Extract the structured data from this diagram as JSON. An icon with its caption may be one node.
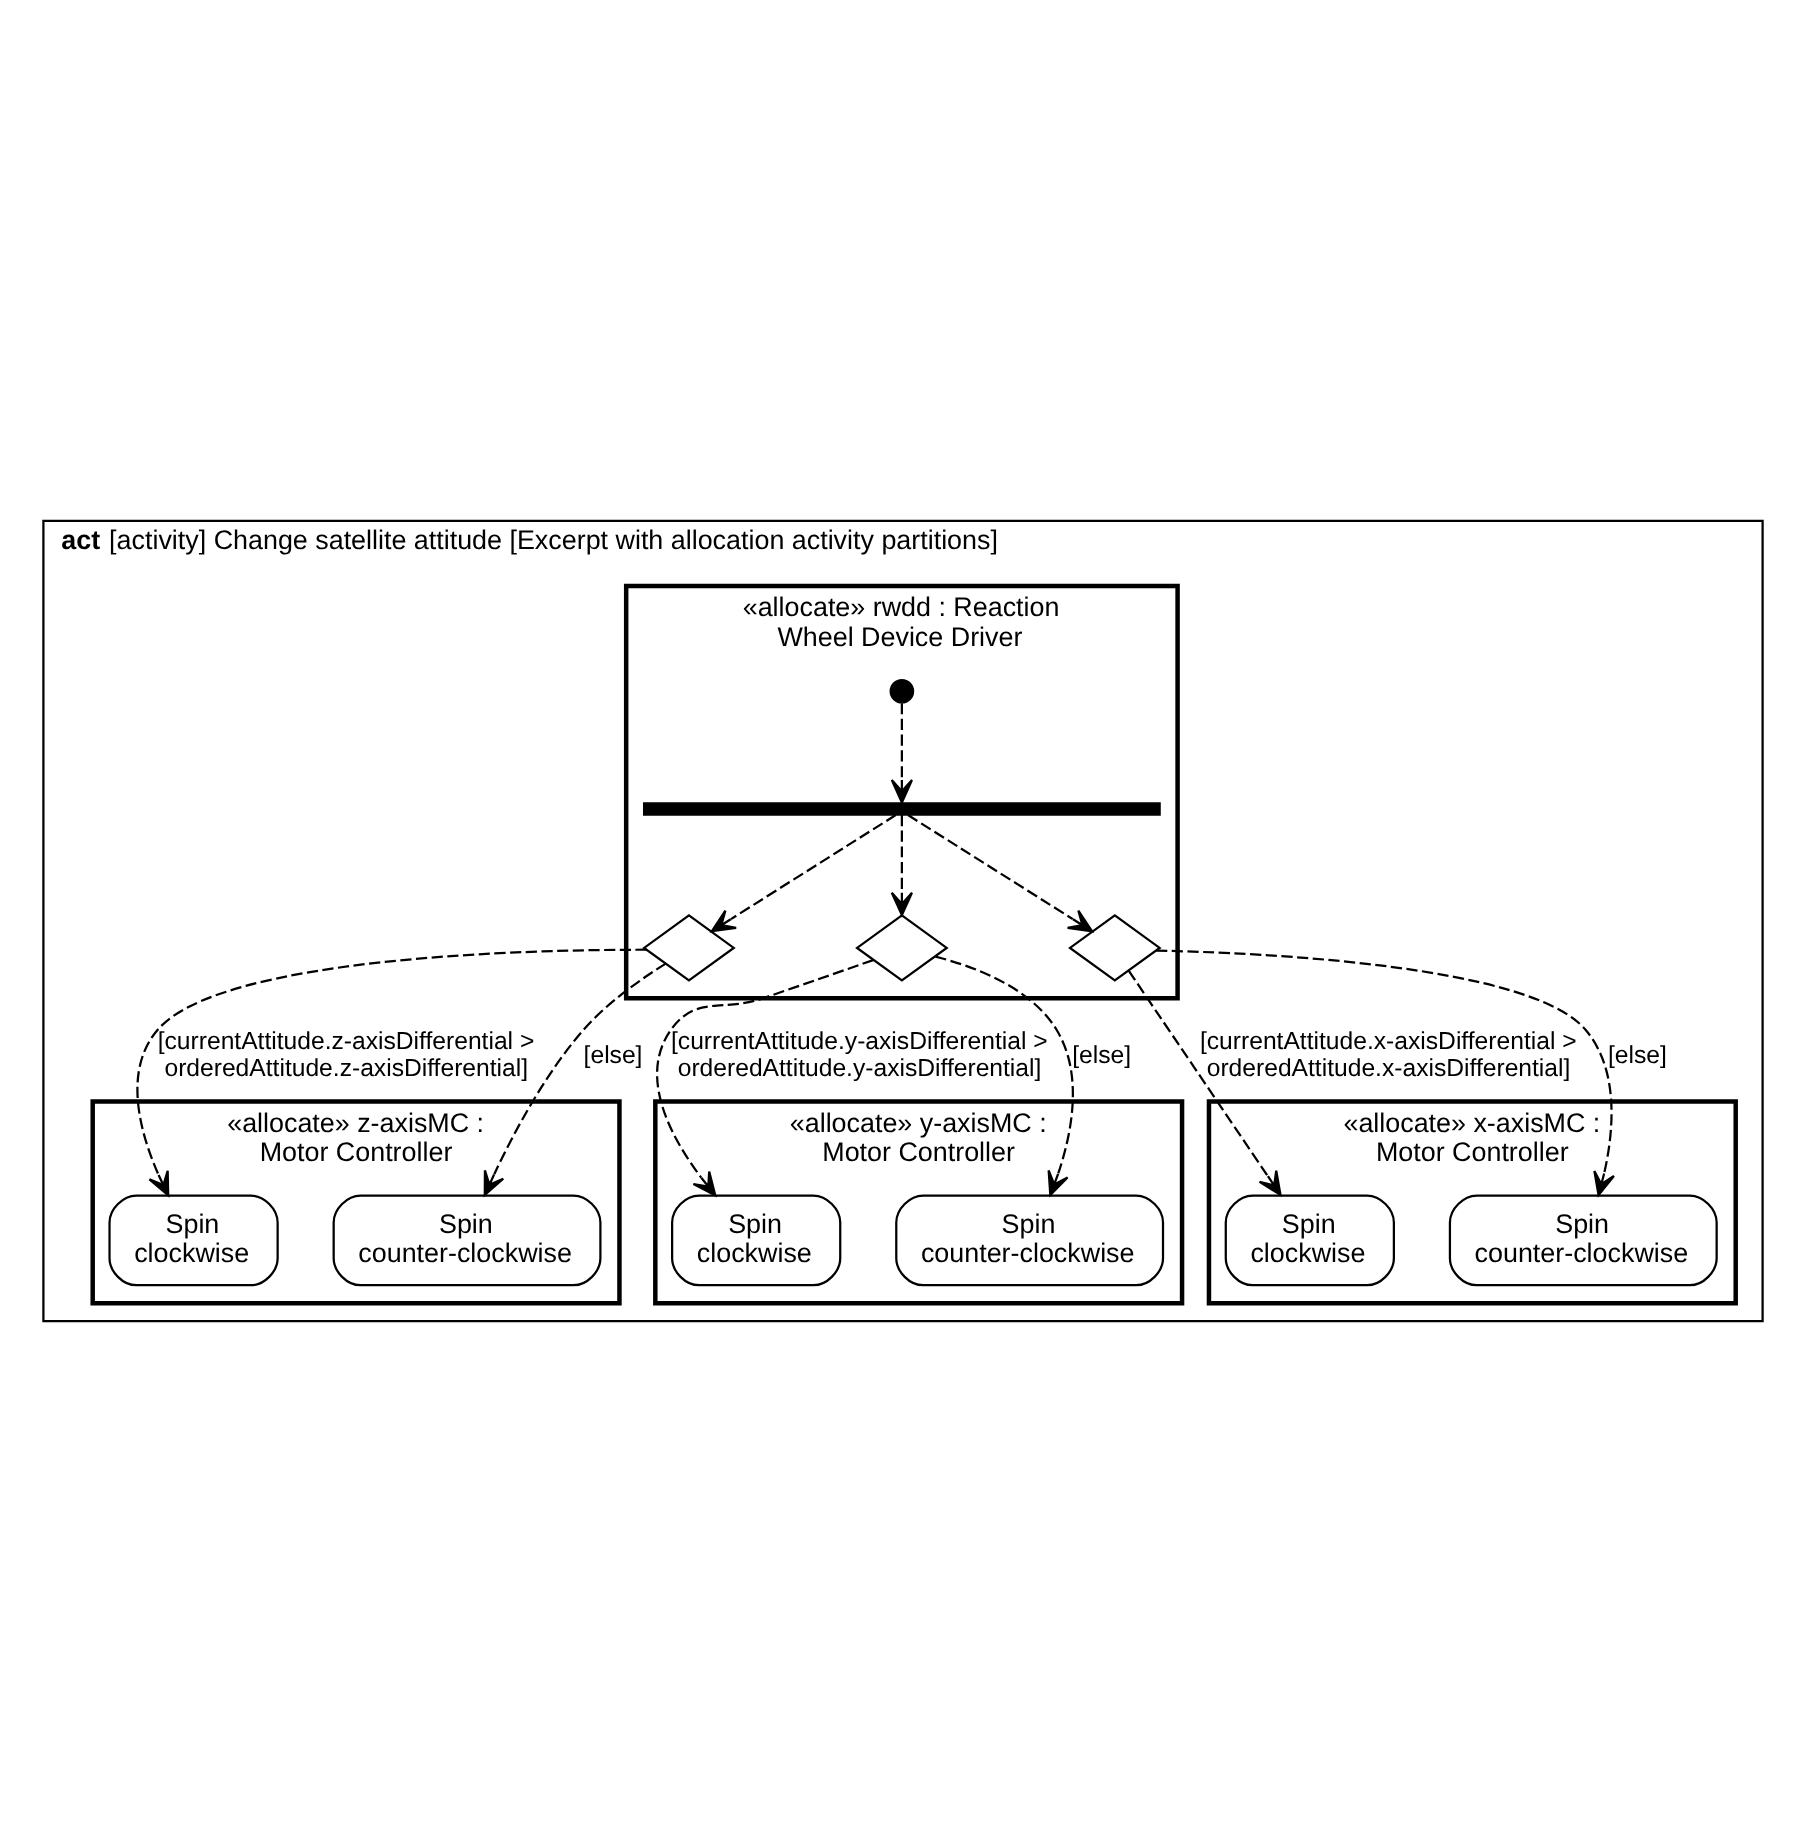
{
  "diagram": {
    "nodes": [
      {
        "text": [
          "**act** [activity] Change satellite attitude [Excerpt with allocation activity partitions]"
        ]
      },
      {
        "text": [
          "«allocate» rwdd : Reaction Wheel Device Driver"
        ],
        "in": 0
      },
      {
        "text": [
          "«allocate» x-axisMC : Motor Controller"
        ],
        "in": 0
      },
      {
        "text": [
          "«allocate» y-axisMC : Motor Controller"
        ],
        "in": 0
      },
      {
        "text": [
          "«allocate» z-axisMC : Motor Controller"
        ],
        "in": 0
      },
      {
        "text": [],
        "shape": "circle",
        "in": 1
      },
      {
        "text": [],
        "shape": "bar",
        "in": 1
      },
      {
        "text": [],
        "shape": "diamond",
        "in": 1
      },
      {
        "text": [],
        "shape": "diamond",
        "in": 1
      },
      {
        "text": [],
        "shape": "diamond",
        "in": 1
      },
      {
        "text": [
          "Spin clockwise"
        ],
        "in": 2
      },
      {
        "text": [
          "Spin counter-clockwise"
        ],
        "in": 2
      },
      {
        "text": [
          "Spin clockwise"
        ],
        "in": 3
      },
      {
        "text": [
          "Spin counter-clockwise"
        ],
        "in": 3
      },
      {
        "text": [
          "Spin clockwise"
        ],
        "in": 4
      },
      {
        "text": [
          "Spin counter-clockwise"
        ],
        "in": 4
      }
    ],
    "edges": [
      {
        "from": 5,
        "to": 6,
        "arrow": "to",
        "style": "dashed"
      },
      {
        "from": 6,
        "to": 9,
        "arrow": "to",
        "style": "dashed"
      },
      {
        "from": 9,
        "to": 10,
        "arrow": "to",
        "style": "dashed",
        "label": "[currentAttitude.x-axisDifferential > orderedAttitude.x-axisDifferential]"
      },
      {
        "from": 9,
        "to": 11,
        "arrow": "to",
        "style": "dashed",
        "label": "[else]"
      },
      {
        "from": 6,
        "to": 8,
        "arrow": "to",
        "style": "dashed"
      },
      {
        "from": 8,
        "to": 12,
        "arrow": "to",
        "style": "dashed",
        "label": "[currentAttitude.y-axisDifferential > orderedAttitude.y-axisDifferential]"
      },
      {
        "from": 8,
        "to": 13,
        "arrow": "to",
        "style": "dashed",
        "label": "[else]"
      },
      {
        "from": 6,
        "to": 7,
        "arrow": "to",
        "style": "dashed"
      },
      {
        "from": 7,
        "to": 14,
        "arrow": "to",
        "style": "dashed",
        "label": "[currentAttitude.z-axisDifferential > orderedAttitude.z-axisDifferential]"
      },
      {
        "from": 7,
        "to": 15,
        "arrow": "to",
        "style": "dashed",
        "label": "[else]"
      }
    ]
  }
}
